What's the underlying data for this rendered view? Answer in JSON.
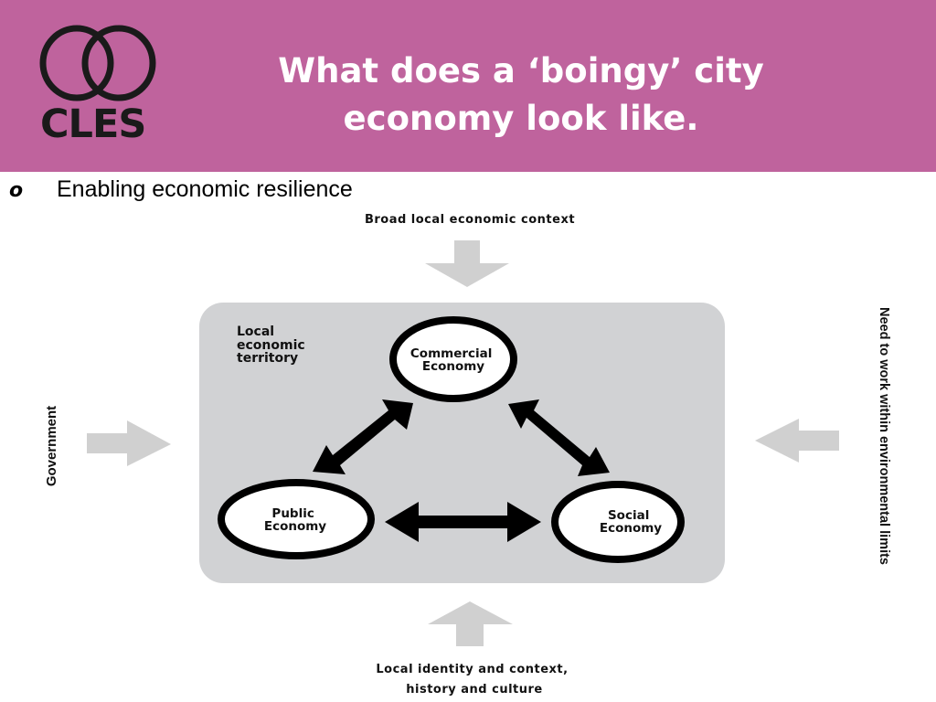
{
  "logo": {
    "text": "CLES"
  },
  "title": {
    "line1": "What does a ‘boingy’ city",
    "line2": "economy look like."
  },
  "bullet": {
    "marker": "o",
    "text": "Enabling economic resilience"
  },
  "diagram": {
    "top_label": "Broad local economic context",
    "bottom_label_line1": "Local identity and context,",
    "bottom_label_line2": "history and culture",
    "left_label": "Government",
    "right_label": "Need to work within environmental limits",
    "territory_line1": "Local",
    "territory_line2": "economic",
    "territory_line3": "territory",
    "commercial_line1": "Commercial",
    "commercial_line2": "Economy",
    "public_line1": "Public",
    "public_line2": "Economy",
    "social_line1": "Social",
    "social_line2": "Economy"
  },
  "colors": {
    "header": "#bf639d",
    "panel": "#d1d2d4",
    "arrow_light": "#d0d0d0"
  }
}
